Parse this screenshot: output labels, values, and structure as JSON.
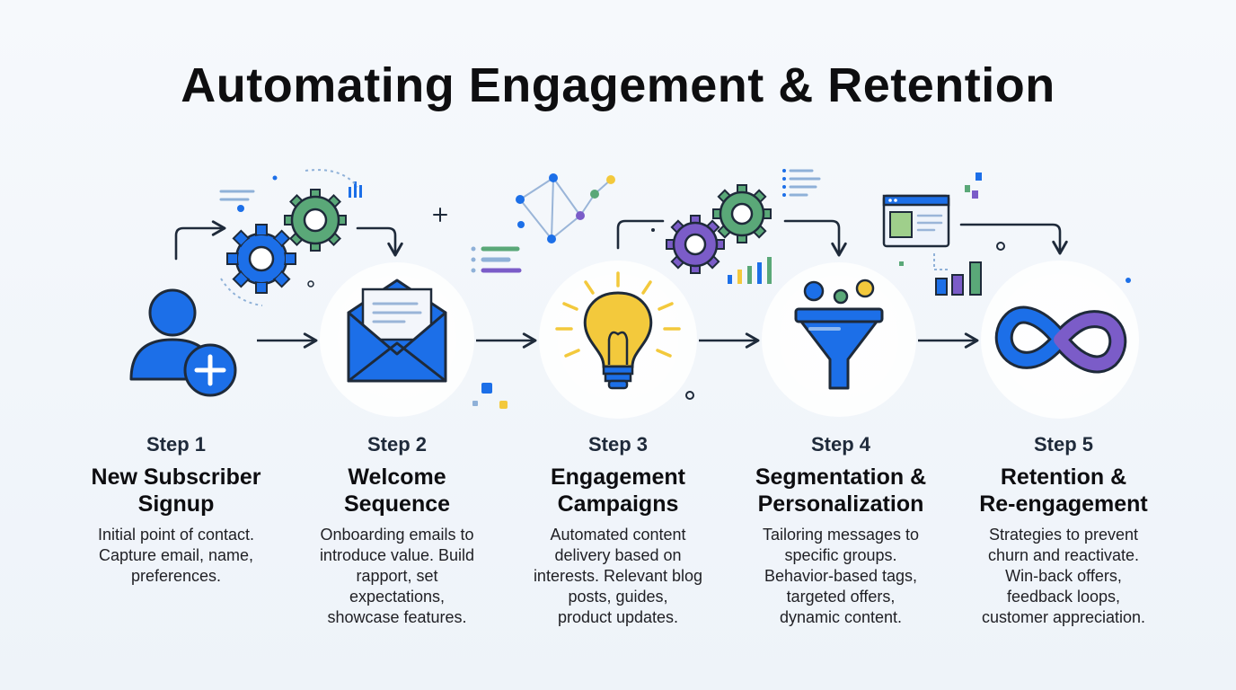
{
  "title": "Automating Engagement & Retention",
  "colors": {
    "blue": "#1c6fe8",
    "dark": "#1e2a3a",
    "green": "#5aa878",
    "purple": "#7b5cc8",
    "yellow": "#f3c93c"
  },
  "steps": [
    {
      "step": "Step 1",
      "name_line1": "New Subscriber",
      "name_line2": "Signup",
      "desc": [
        "Initial point of contact.",
        "Capture email, name,",
        "preferences."
      ],
      "icon": "add-user-icon"
    },
    {
      "step": "Step 2",
      "name_line1": "Welcome",
      "name_line2": "Sequence",
      "desc": [
        "Onboarding emails to",
        "introduce value. Build",
        "rapport, set",
        "expectations,",
        "showcase features."
      ],
      "icon": "envelope-icon"
    },
    {
      "step": "Step 3",
      "name_line1": "Engagement",
      "name_line2": "Campaigns",
      "desc": [
        "Automated content",
        "delivery based on",
        "interests. Relevant blog",
        "posts, guides,",
        "product updates."
      ],
      "icon": "lightbulb-icon"
    },
    {
      "step": "Step 4",
      "name_line1": "Segmentation &",
      "name_line2": "Personalization",
      "desc": [
        "Tailoring messages to",
        "specific groups.",
        "Behavior-based tags,",
        "targeted offers,",
        "dynamic content."
      ],
      "icon": "funnel-icon"
    },
    {
      "step": "Step 5",
      "name_line1": "Retention &",
      "name_line2": "Re-engagement",
      "desc": [
        "Strategies to prevent",
        "churn and reactivate.",
        "Win-back offers,",
        "feedback loops,",
        "customer appreciation."
      ],
      "icon": "infinity-icon"
    }
  ]
}
